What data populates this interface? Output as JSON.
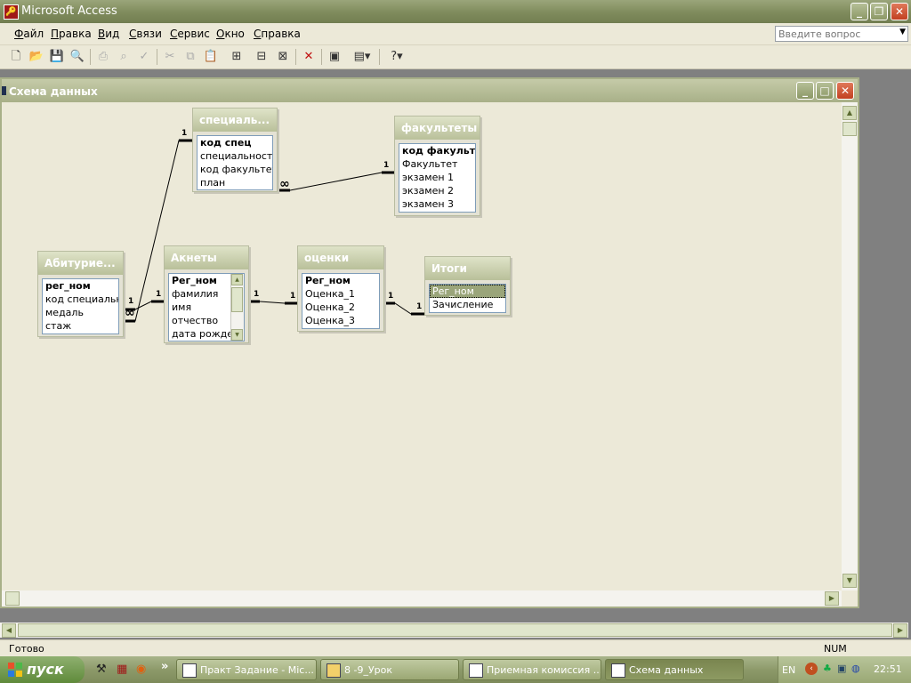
{
  "window": {
    "title": "Microsoft Access"
  },
  "menu": [
    {
      "first": "Ф",
      "rest": "айл"
    },
    {
      "first": "П",
      "rest": "равка"
    },
    {
      "first": "В",
      "rest": "ид"
    },
    {
      "first": "С",
      "rest": "вязи"
    },
    {
      "first": "С",
      "rest": "ервис"
    },
    {
      "first": "О",
      "rest": "кно"
    },
    {
      "first": "С",
      "rest": "правка"
    }
  ],
  "help_box": {
    "placeholder": "Введите вопрос"
  },
  "child_window": {
    "title": "Схема данных"
  },
  "tables": {
    "specialnosti": {
      "title": "специаль...",
      "fields": [
        "код спец",
        "специальность",
        "код факультета",
        "план"
      ]
    },
    "fakultety": {
      "title": "факультеты",
      "fields": [
        "код факультета",
        "Факультет",
        "экзамен 1",
        "экзамен 2",
        "экзамен 3"
      ]
    },
    "abiturienty": {
      "title": "Абитурие...",
      "fields": [
        "рег_ном",
        "код специальности",
        "медаль",
        "стаж"
      ]
    },
    "ankety": {
      "title": "Акнеты",
      "fields": [
        "Рег_ном",
        "фамилия",
        "имя",
        "отчество",
        "дата рождения"
      ]
    },
    "ocenki": {
      "title": "оценки",
      "fields": [
        "Рег_ном",
        "Оценка_1",
        "Оценка_2",
        "Оценка_3"
      ]
    },
    "itogi": {
      "title": "Итоги",
      "fields": [
        "Рег_ном",
        "Зачисление"
      ]
    }
  },
  "relations": {
    "one": "1",
    "many": "∞"
  },
  "status": {
    "left": "Готово",
    "num": "NUM"
  },
  "taskbar": {
    "start": "пуск",
    "tasks": [
      "Практ Задание - Mic...",
      "8 -9_Урок",
      "Приемная комиссия ...",
      "Схема данных"
    ],
    "lang": "EN",
    "clock": "22:51"
  }
}
